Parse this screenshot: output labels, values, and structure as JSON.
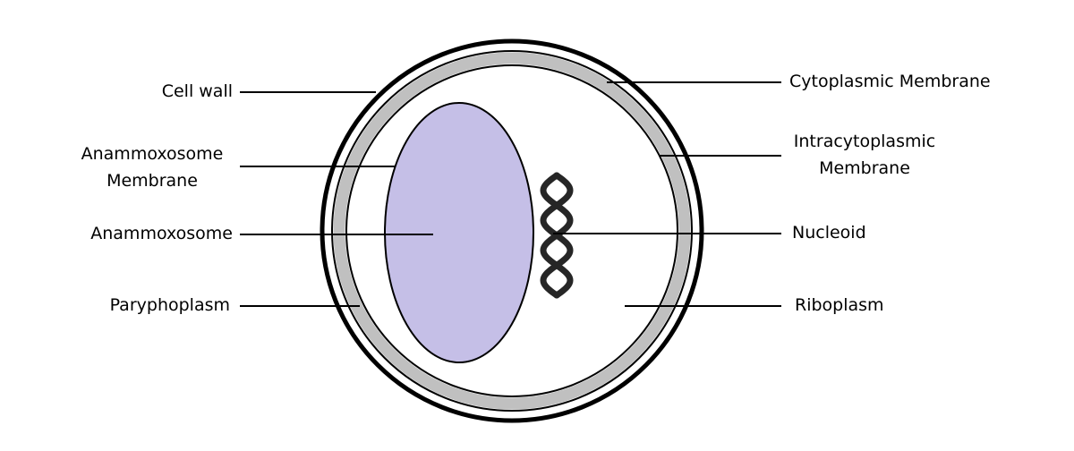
{
  "colors": {
    "background": "#ffffff",
    "outline": "#000000",
    "cell_wall_band": "#000000",
    "intracytoplasmic_band": "#c0c0c0",
    "anammoxosome_fill": "#c5bfe7",
    "nucleoid_strand": "#262626"
  },
  "labels": {
    "cell_wall": "Cell wall",
    "anammoxosome_membrane_line1": "Anammoxosome",
    "anammoxosome_membrane_line2": "Membrane",
    "anammoxosome": "Anammoxosome",
    "paryphoplasm": "Paryphoplasm",
    "cytoplasmic_membrane": "Cytoplasmic Membrane",
    "intracytoplasmic_membrane_line1": "Intracytoplasmic",
    "intracytoplasmic_membrane_line2": "Membrane",
    "nucleoid": "Nucleoid",
    "riboplasm": "Riboplasm"
  },
  "icons": {
    "nucleoid": "dna-double-helix-icon"
  }
}
